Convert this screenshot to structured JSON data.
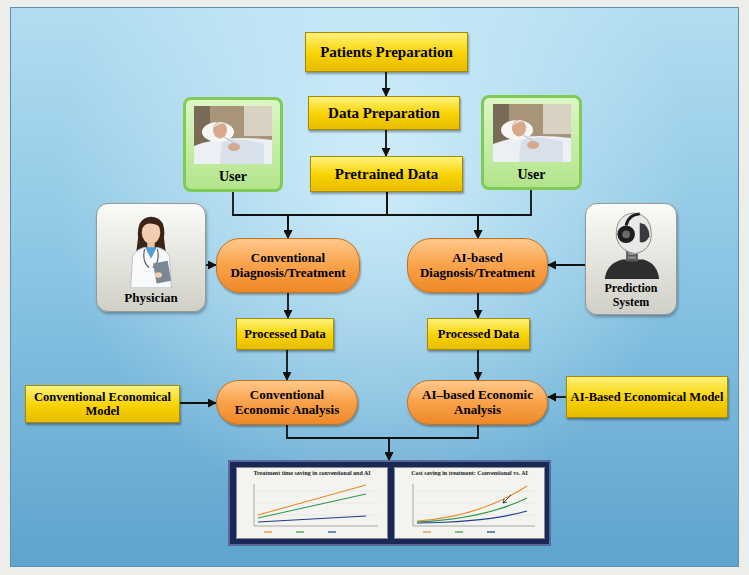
{
  "diagram": {
    "nodes": [
      {
        "text": [
          "Patients Preparation"
        ]
      },
      {
        "text": [
          "Data Preparation"
        ]
      },
      {
        "text": [
          "User"
        ]
      },
      {
        "text": [
          "User"
        ]
      },
      {
        "text": [
          "Pretrained Data"
        ]
      },
      {
        "text": [
          "Physician"
        ]
      },
      {
        "text": [
          "Conventional Diagnosis/Treatment"
        ]
      },
      {
        "text": [
          "AI-based Diagnosis/Treatment"
        ]
      },
      {
        "text": [
          "Prediction System"
        ]
      },
      {
        "text": [
          "Processed Data"
        ]
      },
      {
        "text": [
          "Processed Data"
        ]
      },
      {
        "text": [
          "Conventional Economical Model"
        ]
      },
      {
        "text": [
          "Conventional Economic Analysis"
        ]
      },
      {
        "text": [
          "AI–based Economic Analysis"
        ]
      },
      {
        "text": [
          "AI-Based Economical Model"
        ]
      },
      {
        "text": []
      },
      {
        "text": [
          "Treatment time saving in conventional and AI"
        ],
        "in": 15
      },
      {
        "text": [
          "Cost saving in treatment: Conventional vs. AI"
        ],
        "in": 15
      }
    ],
    "edges": [
      {
        "from": 0,
        "to": 1,
        "arrow": "to"
      },
      {
        "from": 1,
        "to": 4,
        "arrow": "to"
      },
      {
        "from": 4,
        "to": 6,
        "arrow": "to"
      },
      {
        "from": 4,
        "to": 7,
        "arrow": "to"
      },
      {
        "from": 2,
        "to": 6,
        "arrow": "to"
      },
      {
        "from": 3,
        "to": 7,
        "arrow": "to"
      },
      {
        "from": 5,
        "to": 6,
        "arrow": "to"
      },
      {
        "from": 8,
        "to": 7,
        "arrow": "to"
      },
      {
        "from": 6,
        "to": 9,
        "arrow": "to"
      },
      {
        "from": 7,
        "to": 10,
        "arrow": "to"
      },
      {
        "from": 9,
        "to": 12,
        "arrow": "to"
      },
      {
        "from": 10,
        "to": 13,
        "arrow": "to"
      },
      {
        "from": 11,
        "to": 12,
        "arrow": "to"
      },
      {
        "from": 14,
        "to": 13,
        "arrow": "to"
      },
      {
        "from": 12,
        "to": 15,
        "arrow": "to"
      },
      {
        "from": 13,
        "to": 15,
        "arrow": "to"
      }
    ]
  }
}
